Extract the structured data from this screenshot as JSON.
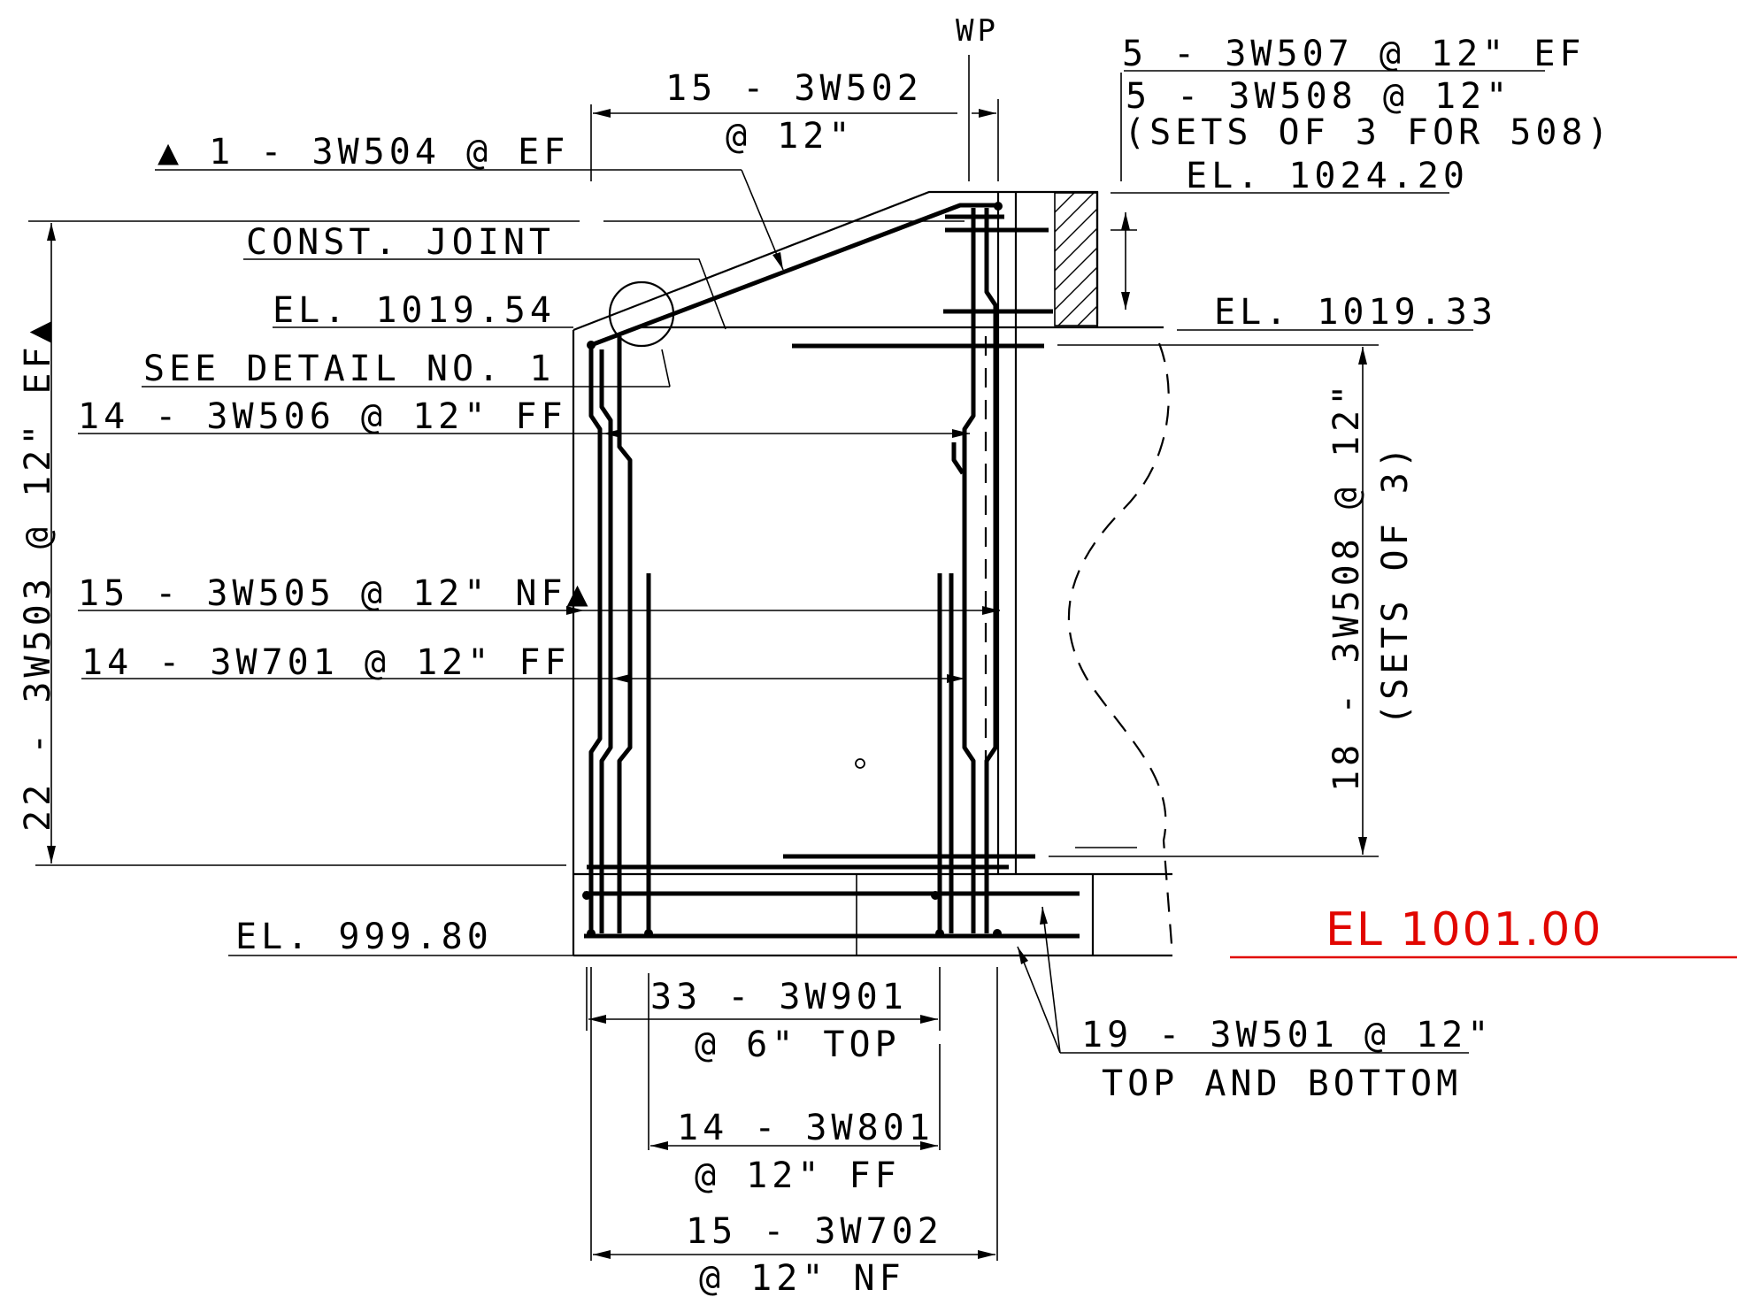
{
  "labels": {
    "wp": "WP",
    "top_bars": "15 - 3W502",
    "top_bars_spacing": "@ 12\"",
    "bar_504": "▲ 1 - 3W504 @ EF",
    "const_joint": "CONST. JOINT",
    "el_1019_54": "EL. 1019.54",
    "see_detail": "SEE DETAIL NO. 1",
    "bar_506": "14 - 3W506 @ 12\" FF",
    "bar_505": "15 - 3W505 @ 12\" NF▲",
    "bar_701": "14 - 3W701 @ 12\" FF",
    "el_999_80": "EL. 999.80",
    "bar_503_vert": "22 - 3W503 @ 12\" EF▲",
    "bar_507": "5 - 3W507 @ 12\" EF",
    "bar_508": "5 - 3W508 @ 12\"",
    "bar_508_sets": "(SETS OF 3 FOR 508)",
    "el_1024_20": "EL. 1024.20",
    "el_1019_33": "EL. 1019.33",
    "bar_508_vert": "18 - 3W508 @ 12\"",
    "bar_508_vert_sets": "(SETS OF 3)",
    "el_1001_00": "EL 1001.00",
    "bar_901": "33 - 3W901",
    "bar_901_spacing": "@ 6\" TOP",
    "bar_501": "19 - 3W501 @ 12\"",
    "bar_501_note": "TOP AND BOTTOM",
    "bar_801": "14 - 3W801",
    "bar_801_spacing": "@ 12\" FF",
    "bar_702": "15 - 3W702",
    "bar_702_spacing": "@ 12\" NF"
  },
  "colors": {
    "linework": "#000000",
    "annotation_red": "#e10600"
  }
}
